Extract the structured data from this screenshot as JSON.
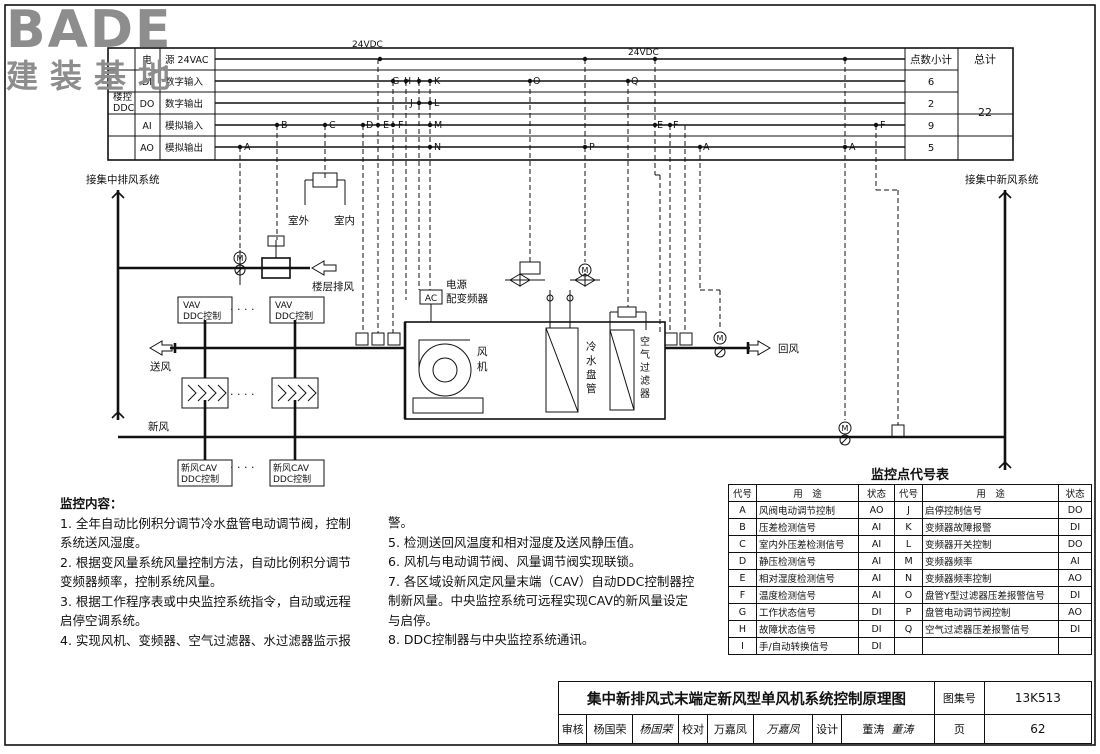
{
  "logo": {
    "brand": "BADE",
    "sub": "建装基地"
  },
  "io_table": {
    "ddc_label": [
      "楼控",
      "DDC"
    ],
    "rows": [
      {
        "code": "电",
        "name": "源 24VAC"
      },
      {
        "code": "DI",
        "name": "数字输入"
      },
      {
        "code": "DO",
        "name": "数字输出"
      },
      {
        "code": "AI",
        "name": "模拟输入"
      },
      {
        "code": "AO",
        "name": "模拟输出"
      }
    ],
    "subtotal_header": "点数小计",
    "total_header": "总计",
    "subtotals": [
      "",
      "6",
      "2",
      "9",
      "5"
    ],
    "total": "22",
    "voltage_labels": [
      "24VDC",
      "24VDC"
    ],
    "points_row1": [
      "G",
      "H",
      "I",
      "K",
      "O",
      "Q"
    ],
    "points_row2": [
      "J",
      "L"
    ],
    "points_row3": [
      "B",
      "C",
      "D",
      "E",
      "F",
      "M",
      "E",
      "F",
      "F"
    ],
    "points_row4": [
      "A",
      "N",
      "P",
      "A",
      "A"
    ]
  },
  "diagram": {
    "exhaust_system": "接集中排风系统",
    "fresh_system": "接集中新风系统",
    "outdoor": "室外",
    "indoor": "室内",
    "floor_exhaust": "楼层排风",
    "power_vfd": [
      "电源",
      "配变频器"
    ],
    "ac_box": "AC",
    "fan": [
      "风",
      "机"
    ],
    "coil": [
      "冷",
      "水",
      "盘",
      "管"
    ],
    "filter": [
      "空",
      "气",
      "过",
      "滤",
      "器"
    ],
    "return_air": "回风",
    "supply_air": "送风",
    "fresh_air": "新风",
    "vav1": [
      "VAV",
      "DDC控制"
    ],
    "vav2": [
      "VAV",
      "DDC控制"
    ],
    "cav1": [
      "新风CAV",
      "DDC控制"
    ],
    "cav2": [
      "新风CAV",
      "DDC控制"
    ],
    "dots": "· · · ·"
  },
  "notes": {
    "heading": "监控内容：",
    "left": [
      "1. 全年自动比例积分调节冷水盘管电动调节阀，控制",
      "系统送风湿度。",
      "2. 根据变风量系统风量控制方法，自动比例积分调节",
      "变频器频率，控制系统风量。",
      "3. 根据工作程序表或中央监控系统指令，自动或远程",
      "启停空调系统。",
      "4. 实现风机、变频器、空气过滤器、水过滤器监示报"
    ],
    "right": [
      "警。",
      "5. 检测送回风温度和相对湿度及送风静压值。",
      "6. 风机与电动调节阀、风量调节阀实现联锁。",
      "7. 各区域设新风定风量末端（CAV）自动DDC控制器控",
      "制新风量。中央监控系统可远程实现CAV的新风量设定",
      "与启停。",
      "8. DDC控制器与中央监控系统通讯。"
    ]
  },
  "legend": {
    "title": "监控点代号表",
    "headers": [
      "代号",
      "用　途",
      "状态",
      "代号",
      "用　途",
      "状态"
    ],
    "rows": [
      [
        "A",
        "风阀电动调节控制",
        "AO",
        "J",
        "启停控制信号",
        "DO"
      ],
      [
        "B",
        "压差检测信号",
        "AI",
        "K",
        "变频器故障报警",
        "DI"
      ],
      [
        "C",
        "室内外压差检测信号",
        "AI",
        "L",
        "变频器开关控制",
        "DO"
      ],
      [
        "D",
        "静压检测信号",
        "AI",
        "M",
        "变频器频率",
        "AI"
      ],
      [
        "E",
        "相对湿度检测信号",
        "AI",
        "N",
        "变频器频率控制",
        "AO"
      ],
      [
        "F",
        "温度检测信号",
        "AI",
        "O",
        "盘管Y型过滤器压差报警信号",
        "DI"
      ],
      [
        "G",
        "工作状态信号",
        "DI",
        "P",
        "盘管电动调节阀控制",
        "AO"
      ],
      [
        "H",
        "故障状态信号",
        "DI",
        "Q",
        "空气过滤器压差报警信号",
        "DI"
      ],
      [
        "I",
        "手/自动转换信号",
        "DI",
        "",
        "",
        ""
      ]
    ]
  },
  "title_block": {
    "title": "集中新排风式末端定新风型单风机系统控制原理图",
    "atlas_label": "图集号",
    "atlas_no": "13K513",
    "review": "审核",
    "reviewer": "杨国荣",
    "reviewer_sig": "杨国荣",
    "check": "校对",
    "checker": "万嘉凤",
    "checker_sig": "万嘉凤",
    "design": "设计",
    "designer": "董涛",
    "designer_sig": "董涛",
    "page_label": "页",
    "page_no": "62"
  }
}
